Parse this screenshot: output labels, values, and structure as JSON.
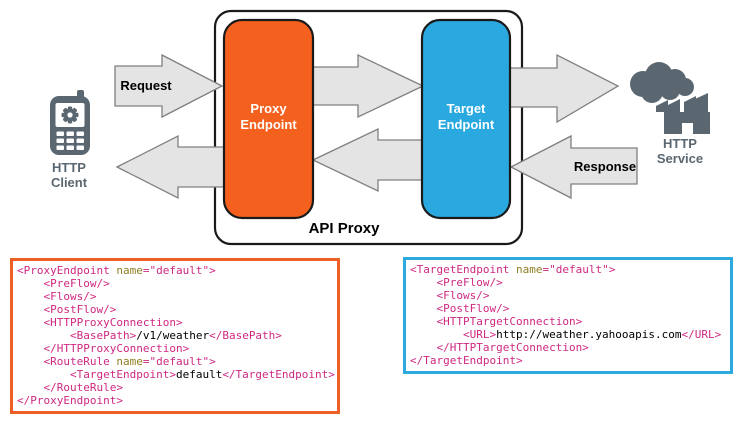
{
  "diagram": {
    "client": {
      "label": "HTTP Client"
    },
    "service": {
      "label": "HTTP Service"
    },
    "api_proxy": {
      "label": "API Proxy",
      "proxy_endpoint_label": "Proxy Endpoint",
      "target_endpoint_label": "Target Endpoint"
    },
    "arrows": {
      "request_label": "Request",
      "response_label": "Response"
    }
  },
  "colors": {
    "accent_orange": "#F4601D",
    "accent_blue": "#29A9E0",
    "code_border_orange": "#ED5F26",
    "code_border_blue": "#2BAADF",
    "code_pink": "#CE2881",
    "code_olive": "#8F7E21",
    "icon_slate": "#5B6770",
    "arrow_fill": "#E4E4E4",
    "arrow_stroke": "#7F7F7F"
  },
  "code_blocks": [
    {
      "id": "proxy-endpoint-config",
      "border_color": "#ED5F26",
      "lines": [
        [
          {
            "c": "g",
            "t": "<ProxyEndpoint "
          },
          {
            "c": "a",
            "t": "name"
          },
          {
            "c": "g",
            "t": "=\"default\">"
          }
        ],
        [
          {
            "c": "g",
            "t": "    <PreFlow/>"
          }
        ],
        [
          {
            "c": "g",
            "t": "    <Flows/>"
          }
        ],
        [
          {
            "c": "g",
            "t": "    <PostFlow/>"
          }
        ],
        [
          {
            "c": "g",
            "t": "    <HTTPProxyConnection>"
          }
        ],
        [
          {
            "c": "g",
            "t": "        <BasePath>"
          },
          {
            "c": "t",
            "t": "/v1/weather"
          },
          {
            "c": "g",
            "t": "</BasePath>"
          }
        ],
        [
          {
            "c": "g",
            "t": "    </HTTPProxyConnection>"
          }
        ],
        [
          {
            "c": "g",
            "t": "    <RouteRule "
          },
          {
            "c": "a",
            "t": "name"
          },
          {
            "c": "g",
            "t": "=\"default\">"
          }
        ],
        [
          {
            "c": "g",
            "t": "        <TargetEndpoint>"
          },
          {
            "c": "t",
            "t": "default"
          },
          {
            "c": "g",
            "t": "</TargetEndpoint>"
          }
        ],
        [
          {
            "c": "g",
            "t": "    </RouteRule>"
          }
        ],
        [
          {
            "c": "g",
            "t": "</ProxyEndpoint>"
          }
        ]
      ]
    },
    {
      "id": "target-endpoint-config",
      "border_color": "#2BAADF",
      "lines": [
        [
          {
            "c": "g",
            "t": "<TargetEndpoint "
          },
          {
            "c": "a",
            "t": "name"
          },
          {
            "c": "g",
            "t": "=\"default\">"
          }
        ],
        [
          {
            "c": "g",
            "t": "    <PreFlow/>"
          }
        ],
        [
          {
            "c": "g",
            "t": "    <Flows/>"
          }
        ],
        [
          {
            "c": "g",
            "t": "    <PostFlow/>"
          }
        ],
        [
          {
            "c": "g",
            "t": "    <HTTPTargetConnection>"
          }
        ],
        [
          {
            "c": "g",
            "t": "        <URL>"
          },
          {
            "c": "t",
            "t": "http://weather.yahooapis.com"
          },
          {
            "c": "g",
            "t": "</URL>"
          }
        ],
        [
          {
            "c": "g",
            "t": "    </HTTPTargetConnection>"
          }
        ],
        [
          {
            "c": "g",
            "t": "</TargetEndpoint>"
          }
        ]
      ]
    }
  ]
}
